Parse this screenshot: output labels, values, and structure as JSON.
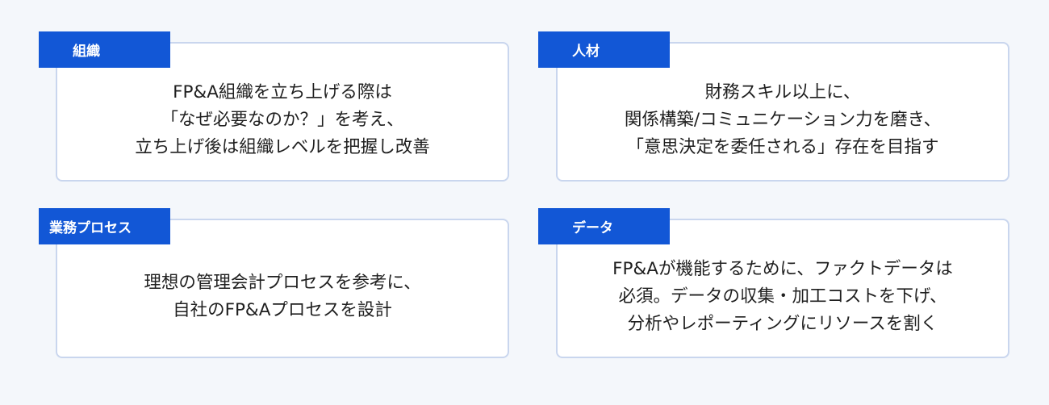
{
  "cards": [
    {
      "label": "組織",
      "lines": [
        "FP&A組織を立ち上げる際は",
        "「なぜ必要なのか？」を考え、",
        "立ち上げ後は組織レベルを把握し改善"
      ]
    },
    {
      "label": "人材",
      "lines": [
        "財務スキル以上に、",
        "関係構築/コミュニケーション力を磨き、",
        "「意思決定を委任される」存在を目指す"
      ]
    },
    {
      "label": "業務プロセス",
      "lines": [
        "理想の管理会計プロセスを参考に、",
        "自社のFP&Aプロセスを設計"
      ]
    },
    {
      "label": "データ",
      "lines": [
        "FP&Aが機能するために、ファクトデータは",
        "必須。データの収集・加工コストを下げ、",
        "分析やレポーティングにリソースを割く"
      ]
    }
  ],
  "colors": {
    "background": "#f4f7fb",
    "tag": "#1257d6",
    "card_border": "#c9d6ee",
    "text": "#1f1f1f"
  }
}
